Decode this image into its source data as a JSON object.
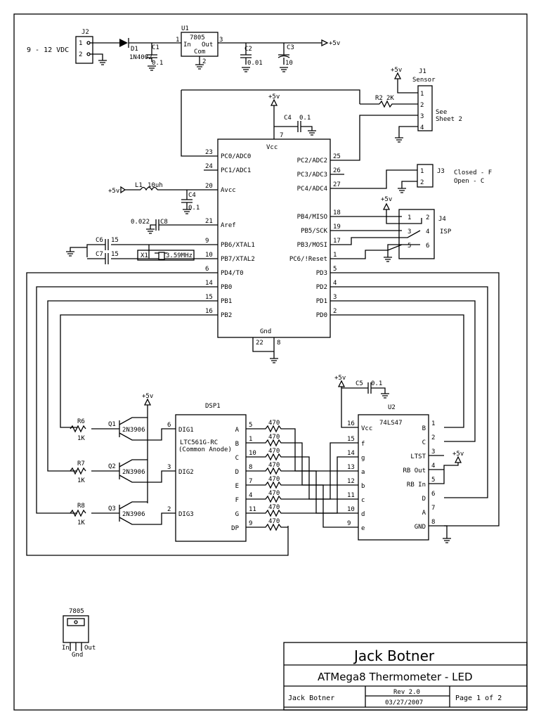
{
  "power_input": {
    "label": "9 - 12 VDC",
    "connector": "J2",
    "pins": [
      "1",
      "2"
    ]
  },
  "diode": {
    "ref": "D1",
    "part": "1N4002"
  },
  "regulator": {
    "ref": "U1",
    "part": "7805",
    "in": "In",
    "out": "Out",
    "com": "Com",
    "pin_in": "1",
    "pin_out": "3",
    "pin_gnd": "2"
  },
  "caps_top": [
    {
      "ref": "C1",
      "value": "0.1"
    },
    {
      "ref": "C2",
      "value": "0.01"
    },
    {
      "ref": "C3",
      "value": "10"
    }
  ],
  "rail": "+5v",
  "sensor": {
    "ref": "J1",
    "title": "Sensor",
    "pins": [
      "1",
      "2",
      "3",
      "4"
    ],
    "note1": "See",
    "note2": "Sheet 2"
  },
  "r2": {
    "ref": "R2",
    "value": "2K"
  },
  "c4a": {
    "ref": "C4",
    "value": "0.1"
  },
  "mcu": {
    "vcc": "Vcc",
    "gnd": "Gnd",
    "vcc_pin": "7",
    "left": [
      {
        "pin": "23",
        "name": "PC0/ADC0"
      },
      {
        "pin": "24",
        "name": "PC1/ADC1"
      },
      {
        "pin": "20",
        "name": "Avcc"
      },
      {
        "pin": "21",
        "name": "Aref"
      },
      {
        "pin": "9",
        "name": "PB6/XTAL1"
      },
      {
        "pin": "10",
        "name": "PB7/XTAL2"
      },
      {
        "pin": "6",
        "name": "PD4/T0"
      },
      {
        "pin": "14",
        "name": "PB0"
      },
      {
        "pin": "15",
        "name": "PB1"
      },
      {
        "pin": "16",
        "name": "PB2"
      }
    ],
    "right": [
      {
        "pin": "25",
        "name": "PC2/ADC2"
      },
      {
        "pin": "26",
        "name": "PC3/ADC3"
      },
      {
        "pin": "27",
        "name": "PC4/ADC4"
      },
      {
        "pin": "18",
        "name": "PB4/MISO"
      },
      {
        "pin": "19",
        "name": "PB5/SCK"
      },
      {
        "pin": "17",
        "name": "PB3/MOSI"
      },
      {
        "pin": "1",
        "name": "PC6/!Reset"
      },
      {
        "pin": "5",
        "name": "PD3"
      },
      {
        "pin": "4",
        "name": "PD2"
      },
      {
        "pin": "3",
        "name": "PD1"
      },
      {
        "pin": "2",
        "name": "PD0"
      }
    ],
    "gnd_pins": [
      "22",
      "8"
    ]
  },
  "l1": {
    "ref": "L1",
    "value": "10uh"
  },
  "c4b": {
    "ref": "C4",
    "value": "0.1"
  },
  "c8": {
    "ref": "C8",
    "value": "0.022"
  },
  "c6": {
    "ref": "C6",
    "value": "15"
  },
  "c7": {
    "ref": "C7",
    "value": "15"
  },
  "x1": {
    "ref": "X1",
    "value": "3.59MHz"
  },
  "j3": {
    "ref": "J3",
    "pins": [
      "1",
      "2"
    ],
    "closed": "Closed - F",
    "open": "Open - C"
  },
  "j4": {
    "ref": "J4",
    "title": "ISP",
    "pins": [
      "1",
      "2",
      "3",
      "4",
      "5",
      "6"
    ]
  },
  "c5": {
    "ref": "C5",
    "value": "0.1"
  },
  "dsp": {
    "ref": "DSP1",
    "part": "LTC561G-RC",
    "note": "(Common Anode)",
    "digits": [
      {
        "pin": "6",
        "name": "DIG1"
      },
      {
        "pin": "3",
        "name": "DIG2"
      },
      {
        "pin": "2",
        "name": "DIG3"
      }
    ],
    "segments": [
      {
        "name": "A",
        "pin": "5"
      },
      {
        "name": "B",
        "pin": "1"
      },
      {
        "name": "C",
        "pin": "10"
      },
      {
        "name": "D",
        "pin": "8"
      },
      {
        "name": "E",
        "pin": "7"
      },
      {
        "name": "F",
        "pin": "4"
      },
      {
        "name": "G",
        "pin": "11"
      },
      {
        "name": "DP",
        "pin": "9"
      }
    ]
  },
  "seg_resistor": "470",
  "transistors": [
    {
      "ref": "Q1",
      "part": "2N3906",
      "r_ref": "R6",
      "r_val": "1K"
    },
    {
      "ref": "Q2",
      "part": "2N3906",
      "r_ref": "R7",
      "r_val": "1K"
    },
    {
      "ref": "Q3",
      "part": "2N3906",
      "r_ref": "R8",
      "r_val": "1K"
    }
  ],
  "decoder": {
    "ref": "U2",
    "part": "74LS47",
    "left": [
      {
        "pin": "16",
        "name": "Vcc"
      },
      {
        "pin": "15",
        "name": "f"
      },
      {
        "pin": "14",
        "name": "g"
      },
      {
        "pin": "13",
        "name": "a"
      },
      {
        "pin": "12",
        "name": "b"
      },
      {
        "pin": "11",
        "name": "c"
      },
      {
        "pin": "10",
        "name": "d"
      },
      {
        "pin": "9",
        "name": "e"
      }
    ],
    "right": [
      {
        "pin": "1",
        "name": "B"
      },
      {
        "pin": "2",
        "name": "C"
      },
      {
        "pin": "3",
        "name": "LTST"
      },
      {
        "pin": "4",
        "name": "RB Out"
      },
      {
        "pin": "5",
        "name": "RB In"
      },
      {
        "pin": "6",
        "name": "D"
      },
      {
        "pin": "7",
        "name": "A"
      },
      {
        "pin": "8",
        "name": "GND"
      }
    ]
  },
  "package": {
    "title": "7805",
    "in": "In",
    "gnd": "Gnd",
    "out": "Out"
  },
  "titleblock": {
    "author": "Jack Botner",
    "title": "ATMega8 Thermometer - LED",
    "drawn_by": "Jack Botner",
    "rev": "Rev 2.0",
    "date": "03/27/2007",
    "page": "Page 1 of 2"
  }
}
